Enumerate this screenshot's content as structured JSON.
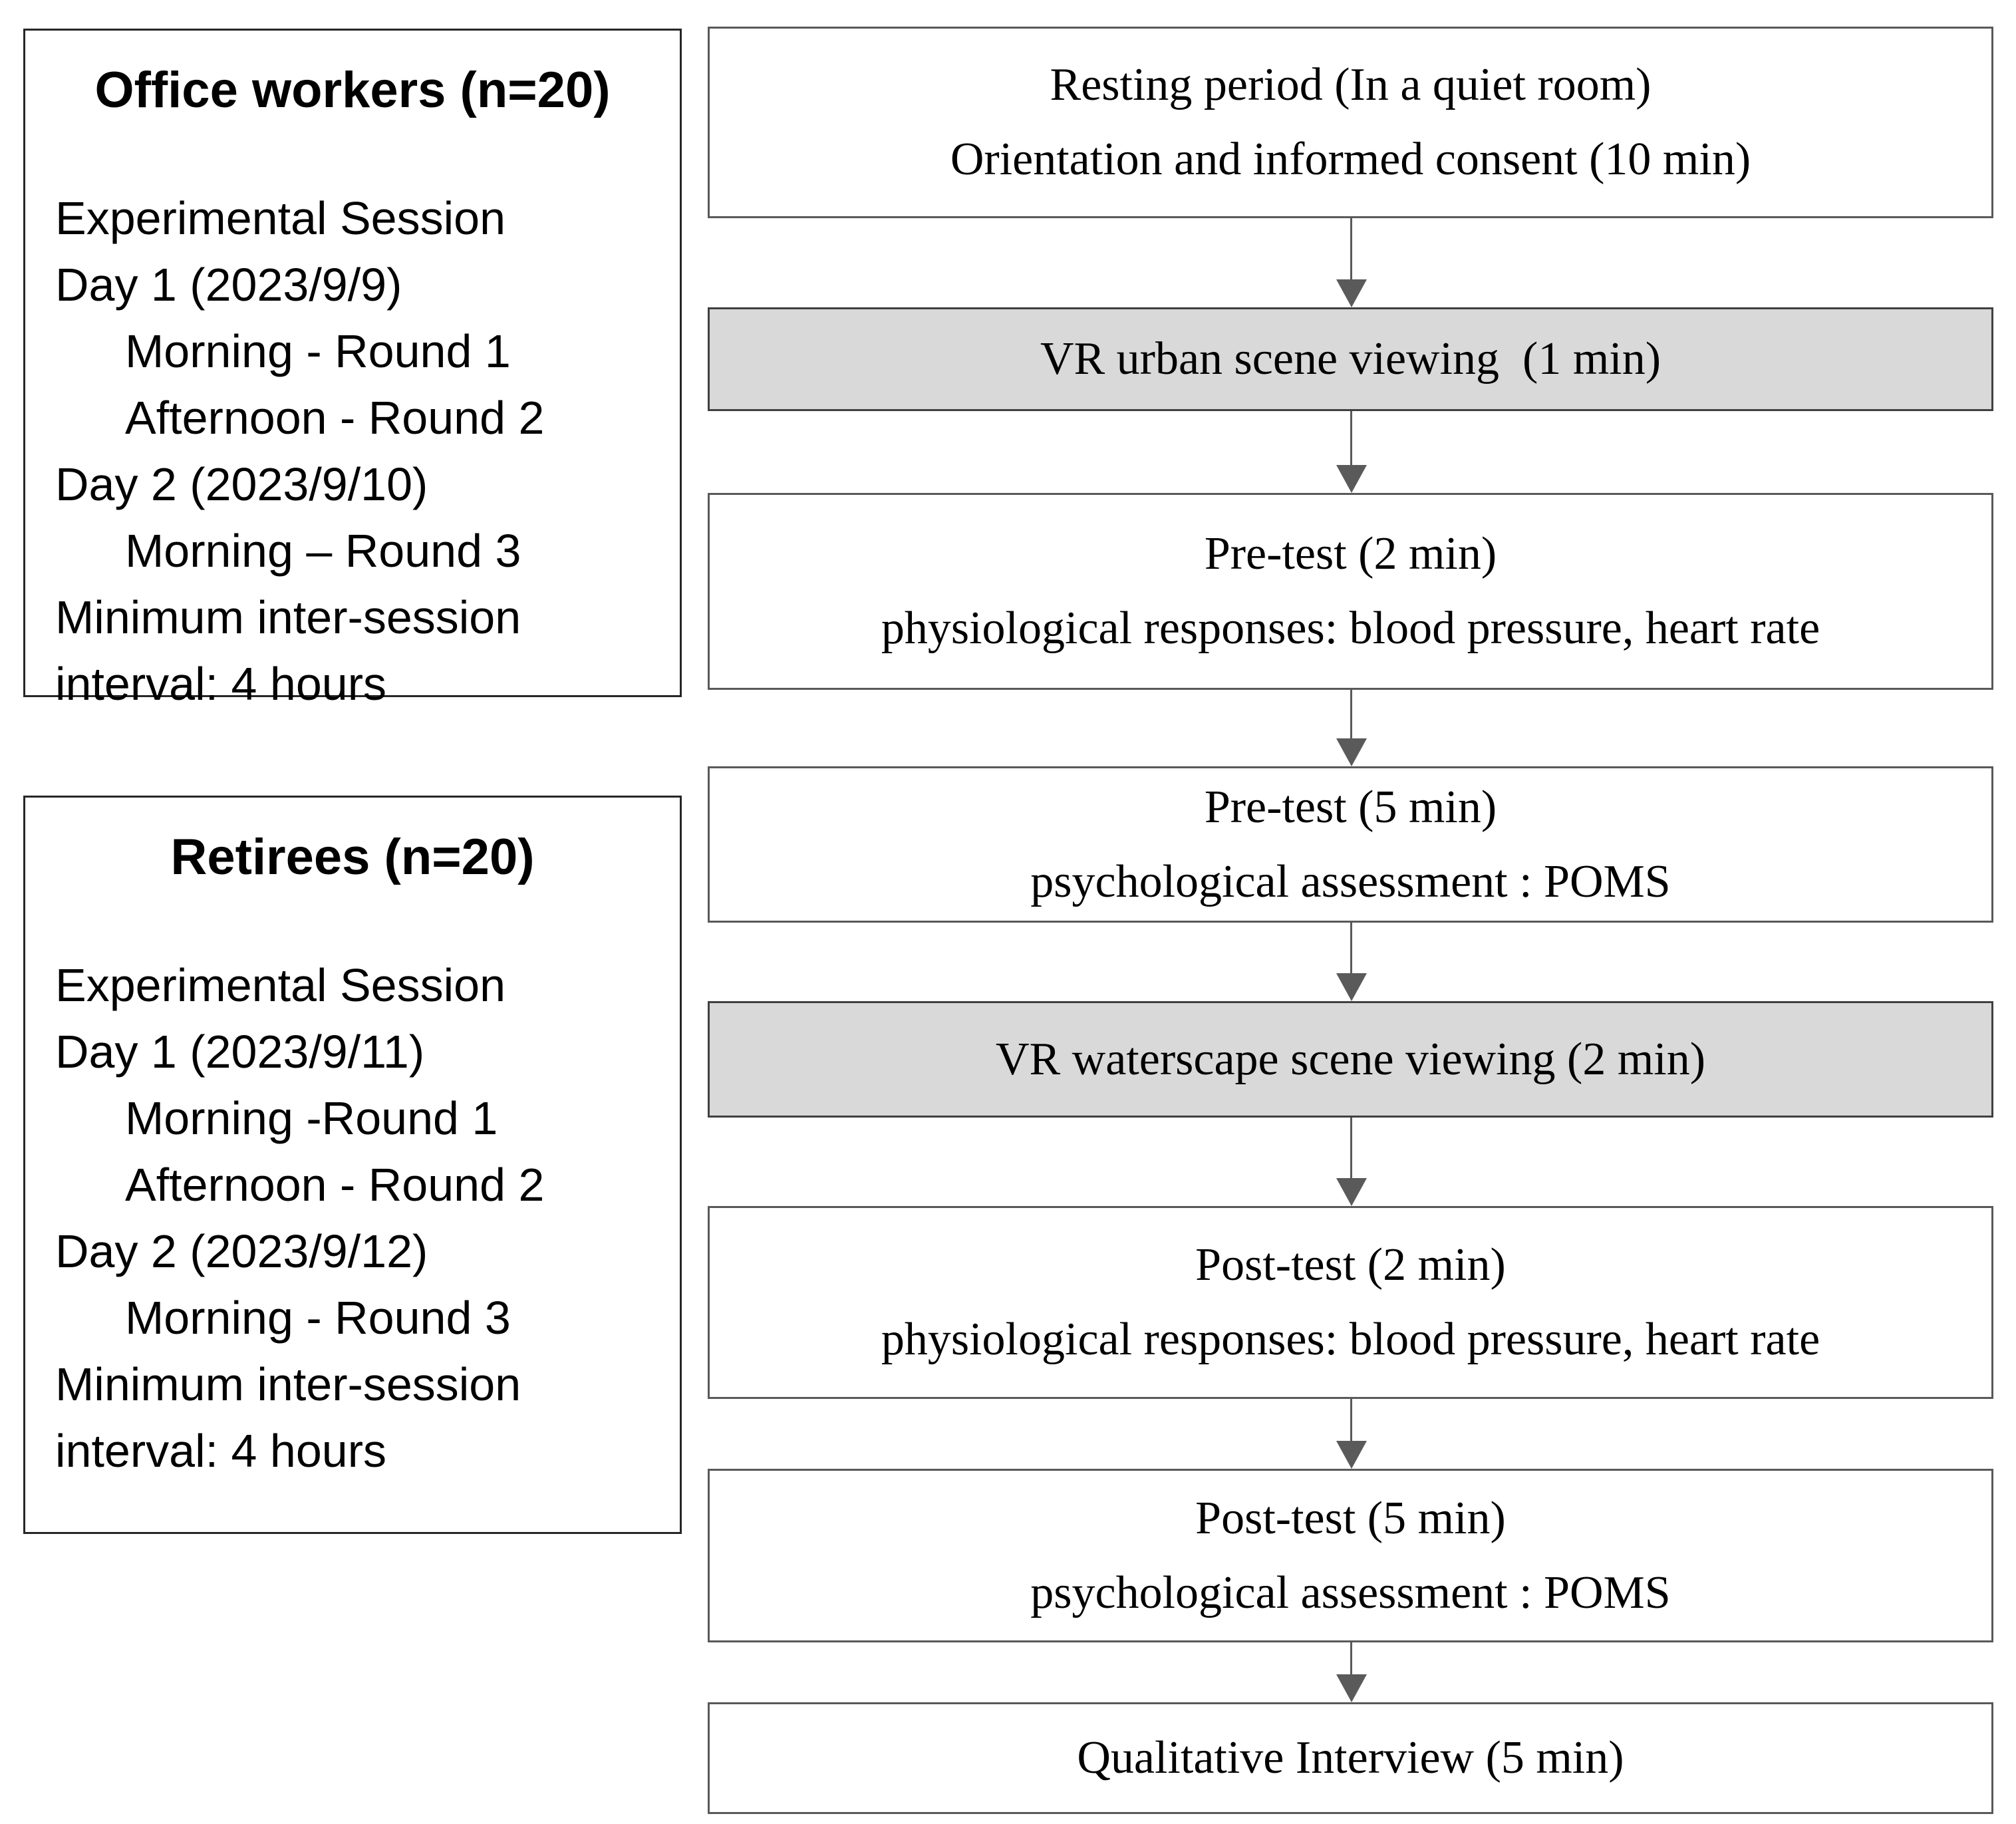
{
  "colors": {
    "background": "#ffffff",
    "gray_box_fill": "#d9d9d9",
    "gray_box_border": "#404040",
    "white_box_border": "#595959",
    "panel_border": "#262626",
    "arrow": "#5a5a5a",
    "text": "#000000"
  },
  "groups": [
    {
      "title": "Office workers (n=20)",
      "lines": [
        "Experimental Session",
        "Day 1 (2023/9/9)",
        "Morning - Round 1",
        "Afternoon - Round 2",
        "Day 2 (2023/9/10)",
        "Morning – Round 3",
        "Minimum inter-session",
        "interval: 4 hours"
      ]
    },
    {
      "title": "Retirees (n=20)",
      "lines": [
        "Experimental Session",
        "Day 1 (2023/9/11)",
        "Morning -Round 1",
        "Afternoon - Round 2",
        "Day 2 (2023/9/12)",
        "Morning - Round 3",
        "Minimum inter-session",
        "interval: 4 hours"
      ]
    }
  ],
  "flow": [
    {
      "style": "white",
      "lines": [
        "Resting period (In a quiet room)",
        "Orientation and informed consent (10 min)"
      ]
    },
    {
      "style": "gray",
      "lines": [
        "VR urban scene viewing  (1 min)"
      ]
    },
    {
      "style": "white",
      "lines": [
        "Pre-test (2 min)",
        "physiological responses: blood pressure, heart rate"
      ]
    },
    {
      "style": "white",
      "lines": [
        "Pre-test (5 min)",
        "psychological assessment : POMS"
      ]
    },
    {
      "style": "gray",
      "lines": [
        "VR waterscape scene viewing (2 min)"
      ]
    },
    {
      "style": "white",
      "lines": [
        "Post-test (2 min)",
        "physiological responses: blood pressure, heart rate"
      ]
    },
    {
      "style": "white",
      "lines": [
        "Post-test (5 min)",
        "psychological assessment : POMS"
      ]
    },
    {
      "style": "white",
      "lines": [
        "Qualitative Interview (5 min)"
      ]
    }
  ]
}
